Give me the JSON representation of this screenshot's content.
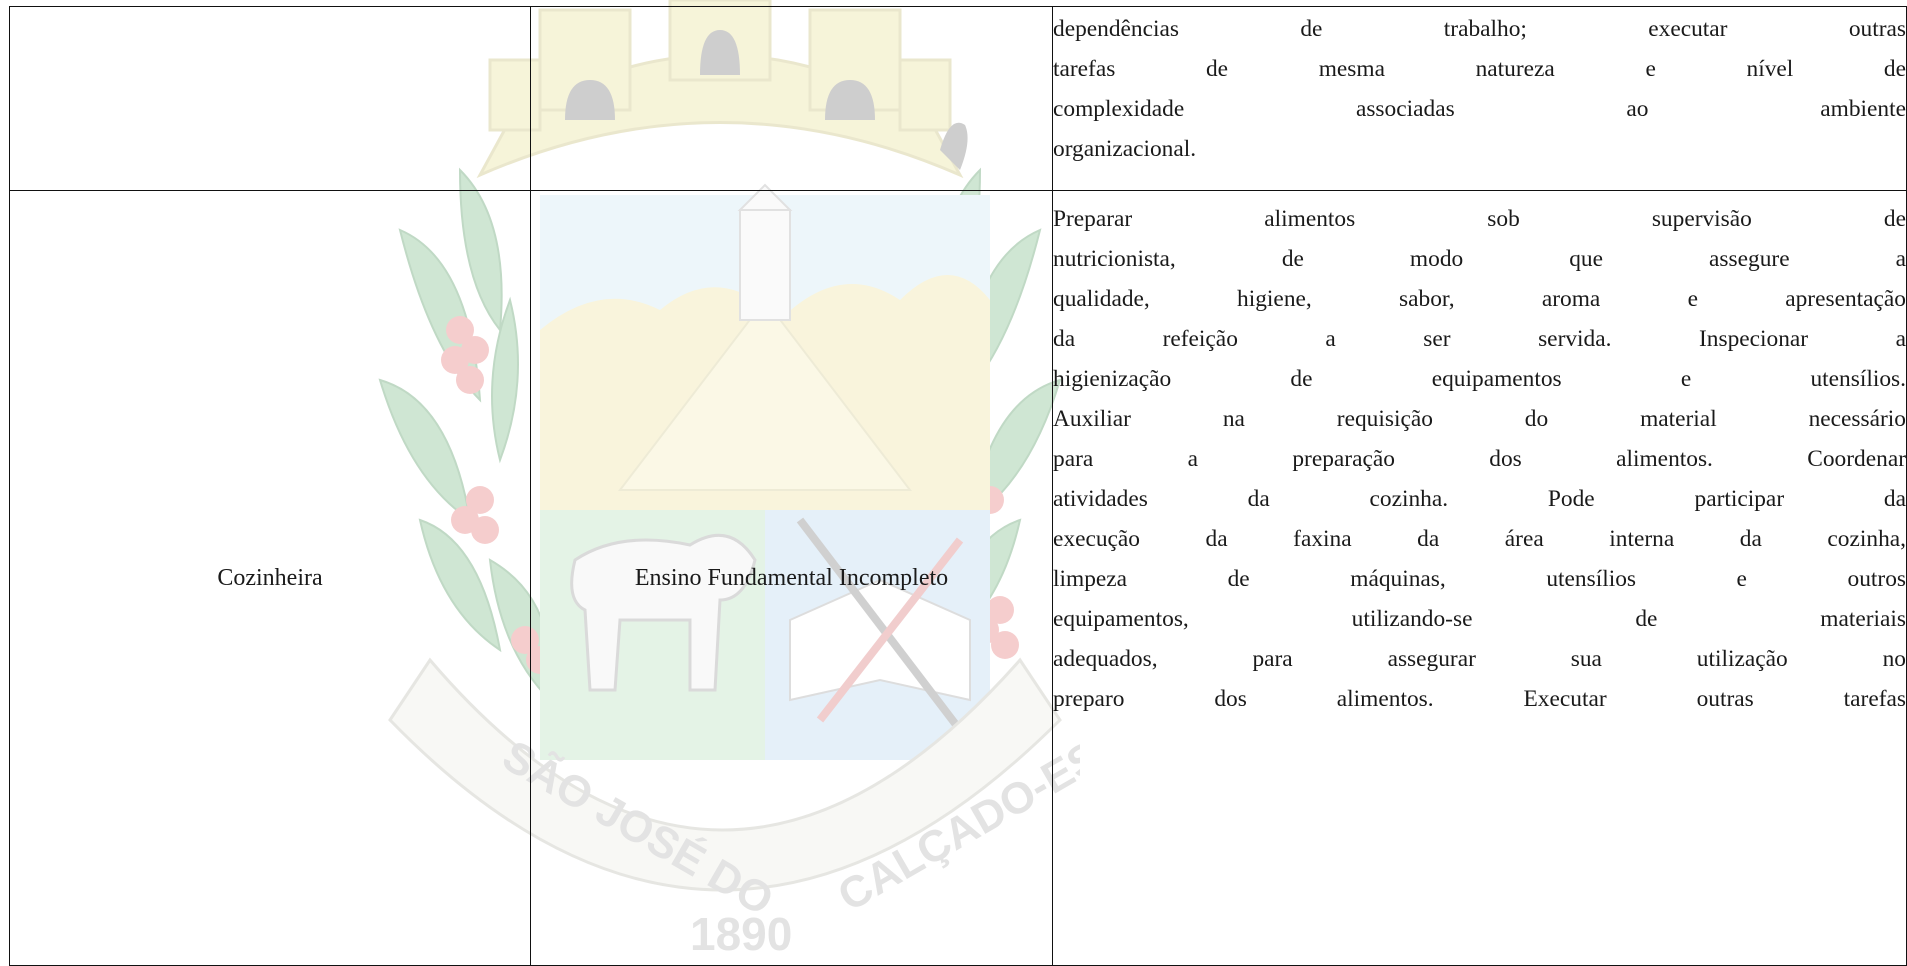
{
  "table": {
    "row1": {
      "role": "",
      "education": "",
      "description_lines": [
        "dependências de trabalho; executar outras",
        "tarefas de mesma natureza e nível de",
        "complexidade associadas ao ambiente",
        "organizacional."
      ]
    },
    "row2": {
      "role": "Cozinheira",
      "education": "Ensino Fundamental Incompleto",
      "description_lines": [
        "Preparar alimentos sob supervisão de",
        "nutricionista, de modo que assegure a",
        "qualidade, higiene, sabor, aroma e apresentação",
        "da refeição a ser servida. Inspecionar a",
        "higienização de equipamentos e utensílios.",
        "Auxiliar na requisição do material necessário",
        "para a preparação dos alimentos. Coordenar",
        "atividades da cozinha. Pode participar da",
        "execução da faxina da área interna da cozinha,",
        "limpeza de máquinas, utensílios e outros",
        "equipamentos, utilizando-se de materiais",
        "adequados, para assegurar sua utilização no",
        "preparo dos alimentos. Executar outras tarefas"
      ]
    }
  },
  "watermark": {
    "banner_text_left": "SÃO JOSÉ DO",
    "banner_text_right": "CALÇADO-ES",
    "year": "1890",
    "colors": {
      "crown": "#e9e3a8",
      "leaves": "#79b884",
      "berries": "#e06a6a",
      "sky": "#cfe7f2",
      "field_green": "#b9e0bf",
      "field_blue": "#bcd9f0",
      "mountains": "#f1e3a6",
      "banner": "#d8d8d0"
    }
  }
}
